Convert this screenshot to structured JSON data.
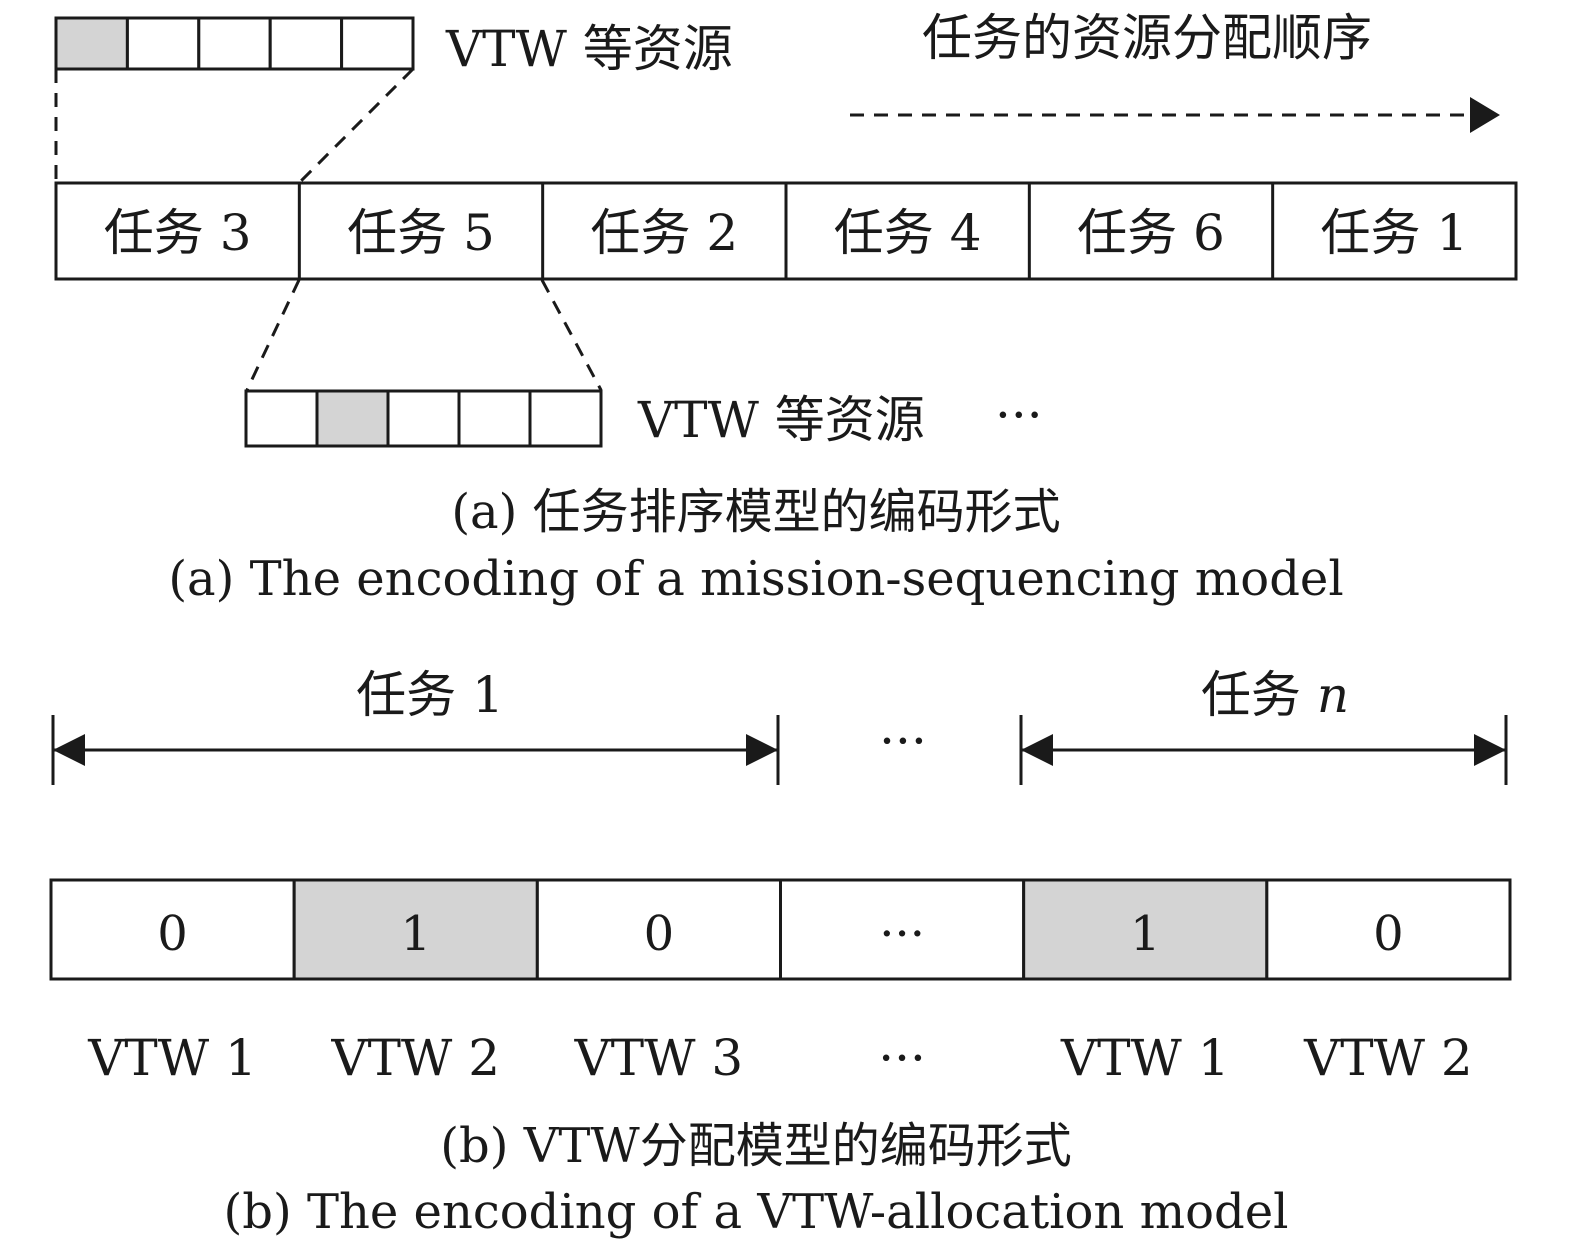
{
  "colors": {
    "line": "#1a1a1a",
    "highlight": "#d4d4d4",
    "background": "#ffffff"
  },
  "part_a": {
    "top_resource_label": "VTW 等资源",
    "order_label": "任务的资源分配顺序",
    "tasks": [
      "任务 3",
      "任务 5",
      "任务 2",
      "任务 4",
      "任务 6",
      "任务 1"
    ],
    "bottom_resource_label": "VTW 等资源",
    "ellipsis": "···",
    "top_resource_highlight_index": 0,
    "bottom_resource_highlight_index": 1,
    "resource_cell_count": 5,
    "caption_zh": "(a) 任务排序模型的编码形式",
    "caption_en": "(a) The encoding of a mission-sequencing model"
  },
  "part_b": {
    "task_first_prefix": "任务 ",
    "task_first_index": "1",
    "task_last_prefix": "任务 ",
    "task_last_index": "n",
    "span_ellipsis": "···",
    "cells": [
      {
        "value": "0",
        "highlighted": false
      },
      {
        "value": "1",
        "highlighted": true
      },
      {
        "value": "0",
        "highlighted": false
      },
      {
        "value": "···",
        "highlighted": false
      },
      {
        "value": "1",
        "highlighted": true
      },
      {
        "value": "0",
        "highlighted": false
      }
    ],
    "vtw_labels": [
      "VTW 1",
      "VTW 2",
      "VTW 3",
      "···",
      "VTW 1",
      "VTW 2"
    ],
    "caption_zh": "(b) VTW分配模型的编码形式",
    "caption_en": "(b) The encoding of a VTW-allocation model"
  }
}
